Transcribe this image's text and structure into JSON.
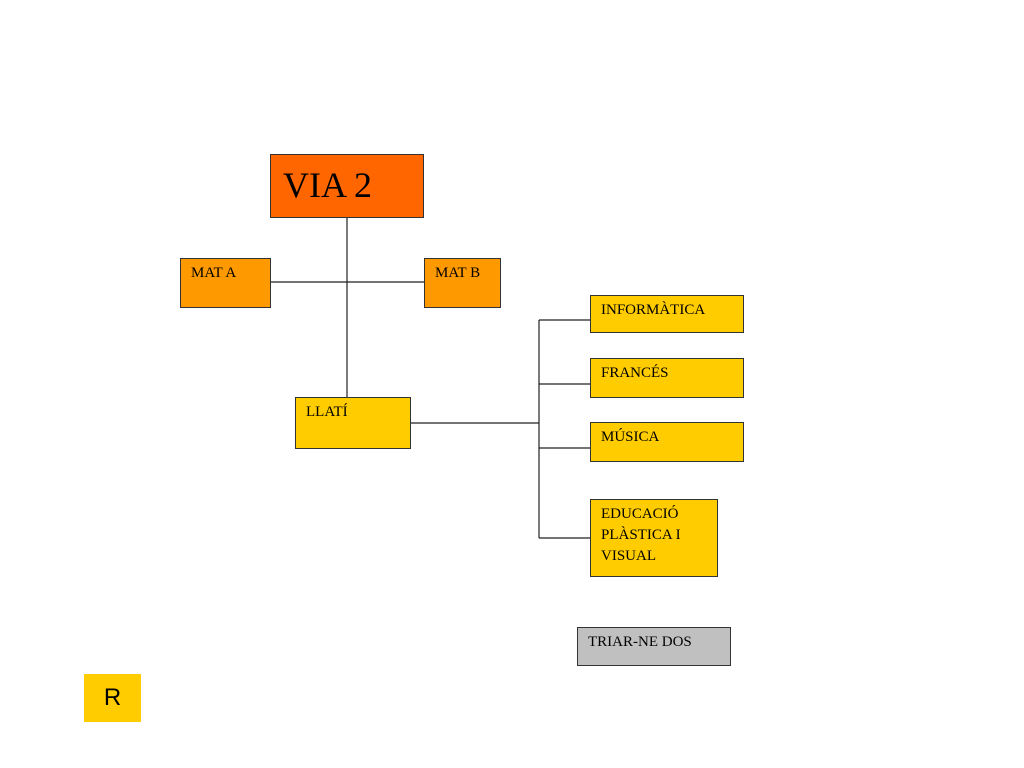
{
  "colors": {
    "title_box": "#ff6600",
    "orange_box": "#ff9900",
    "yellow_box": "#ffcc00",
    "gray_box": "#c0c0c0"
  },
  "diagram": {
    "title": "VIA 2",
    "mat_a": "MAT A",
    "mat_b": "MAT B",
    "llati": "LLATÍ",
    "options": [
      "INFORMÀTICA",
      "FRANCÉS",
      "MÚSICA",
      "EDUCACIÓ\nPLÀSTICA I\nVISUAL"
    ],
    "note": "TRIAR-NE DOS"
  },
  "corner_button": {
    "label": "R"
  }
}
